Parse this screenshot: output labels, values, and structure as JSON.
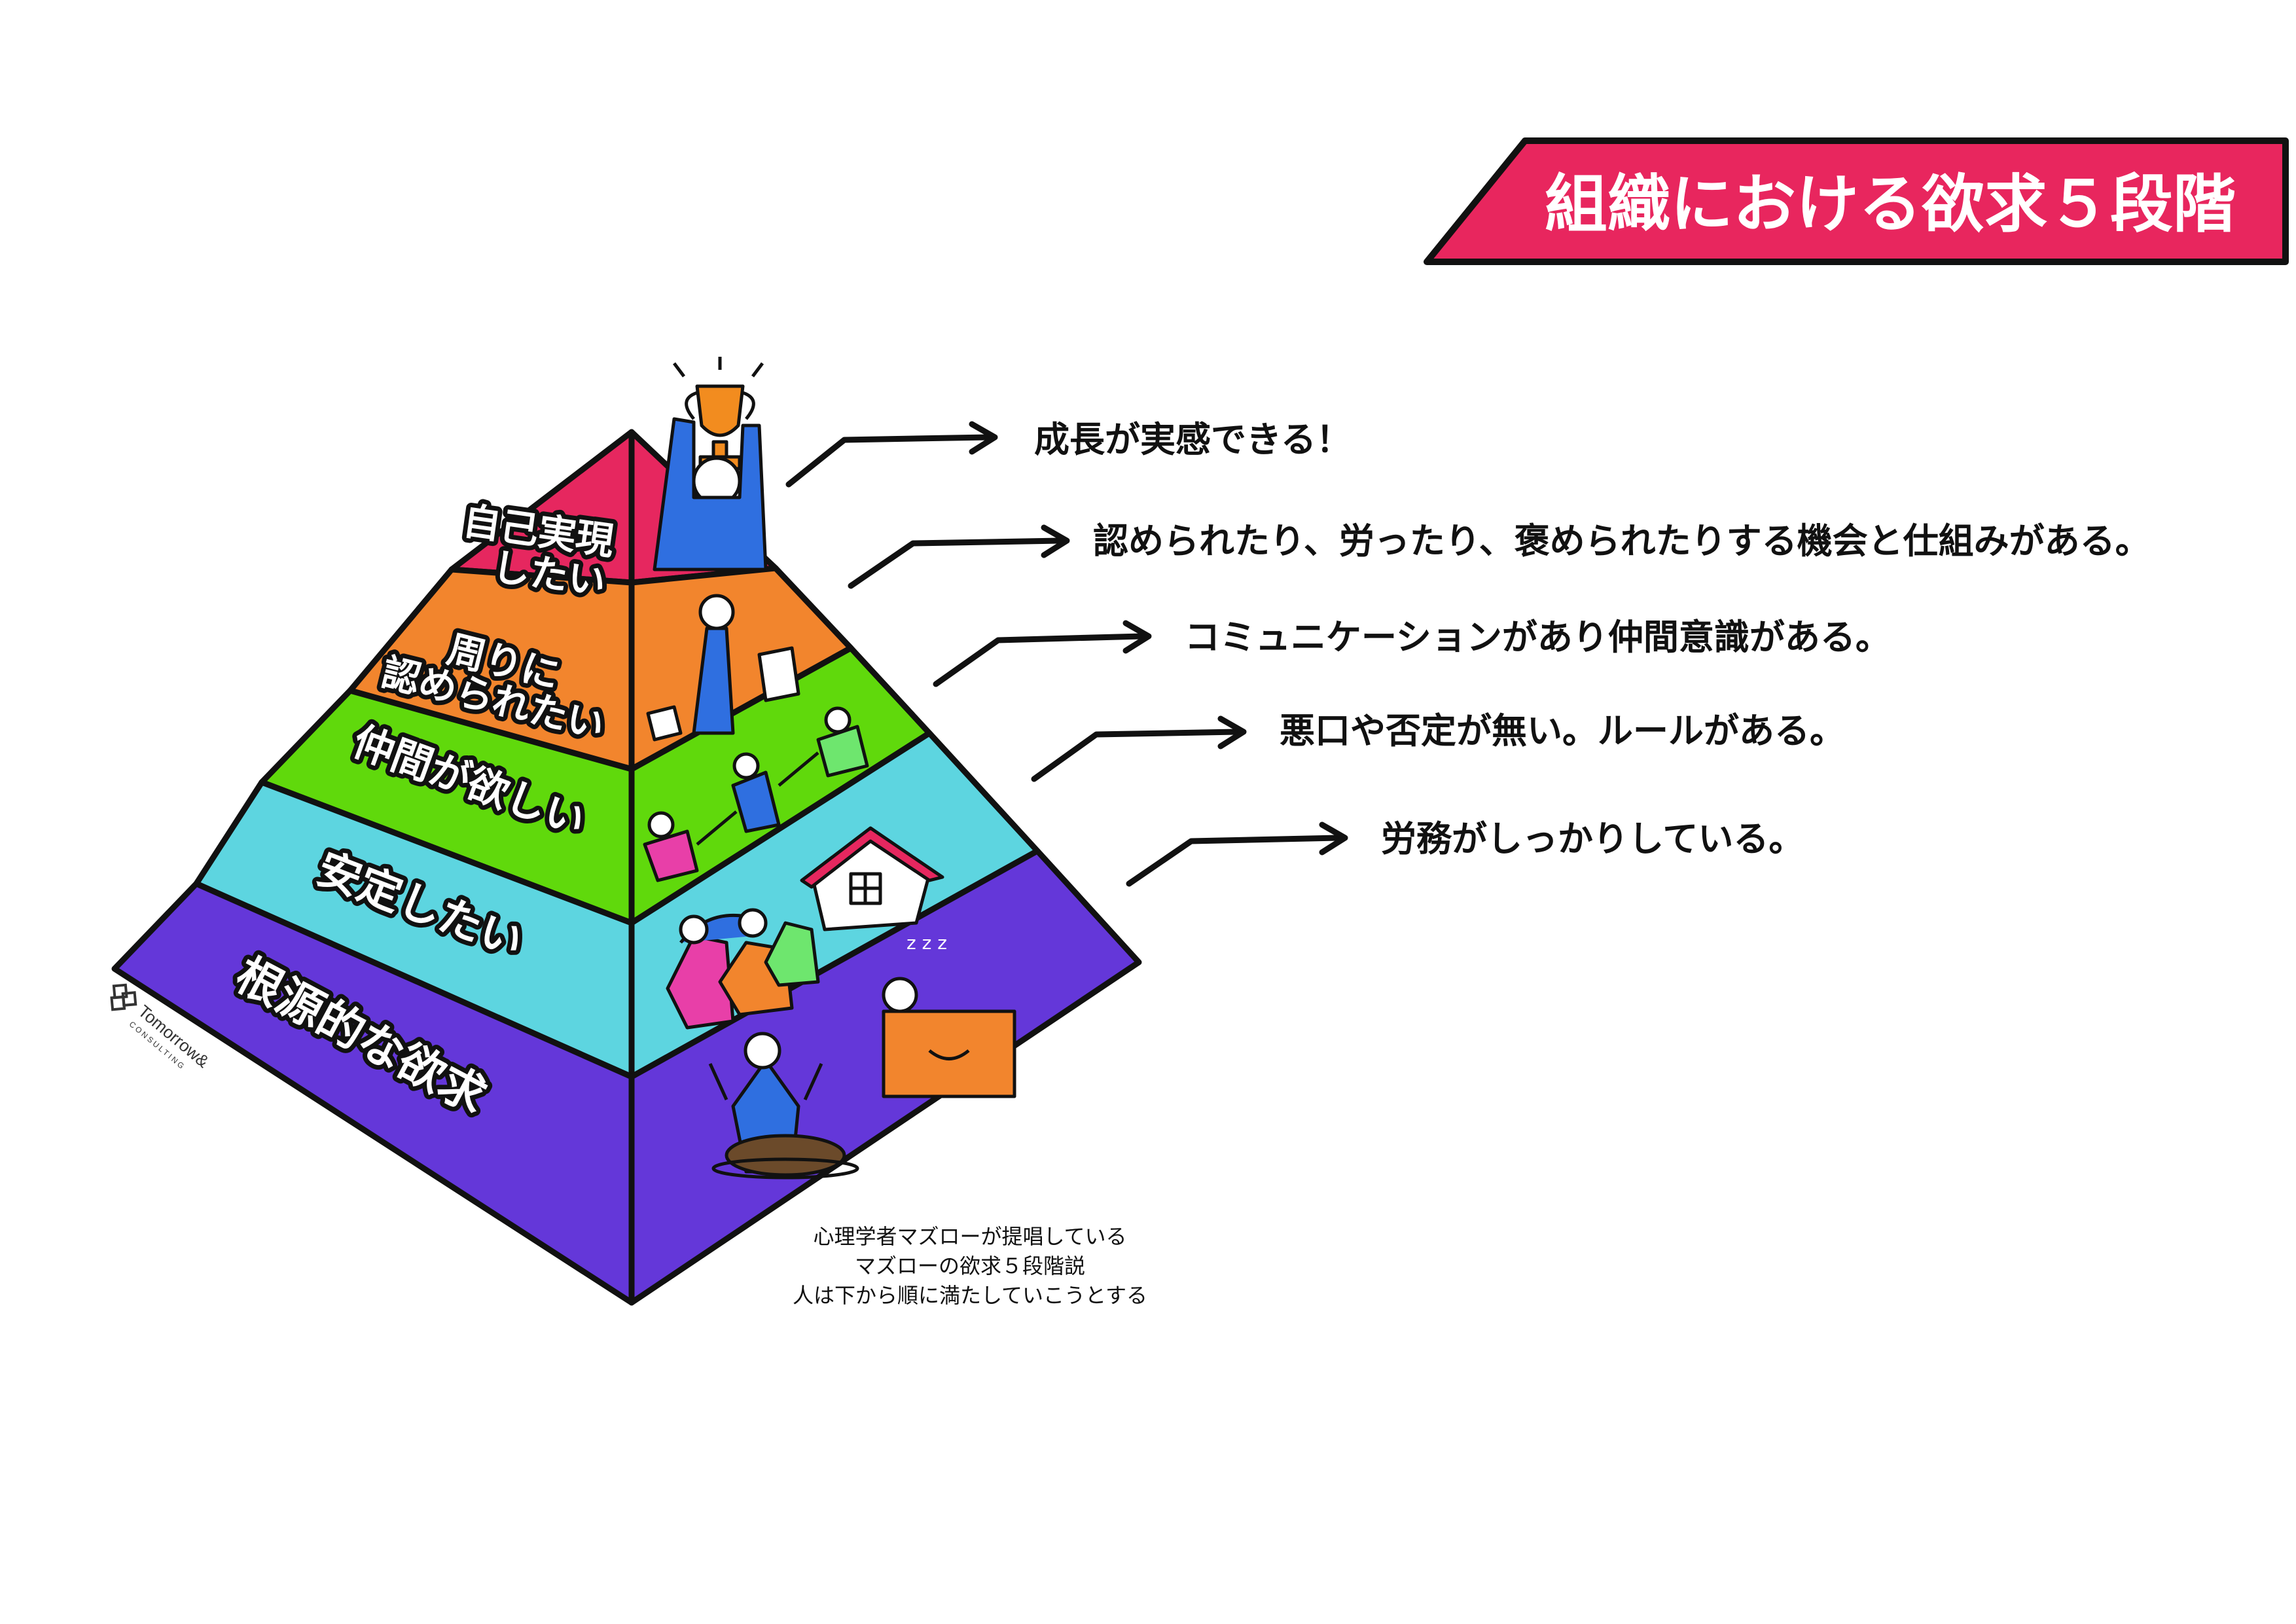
{
  "title": "組織における欲求５段階",
  "colors": {
    "title_bg": "#e8265e",
    "layer1": "#e6275f",
    "layer2": "#f2852d",
    "layer3": "#60d90c",
    "layer4": "#5dd5e0",
    "layer5": "#6437d9"
  },
  "layers": [
    {
      "label_line1": "自己実現",
      "label_line2": "したい",
      "description": "成長が実感できる！"
    },
    {
      "label_line1": "周りに",
      "label_line2": "認められたい",
      "description": "認められたり、労ったり、褒められたりする機会と仕組みがある。"
    },
    {
      "label_line1": "仲間が欲しい",
      "label_line2": "",
      "description": "コミュニケーションがあり仲間意識がある。"
    },
    {
      "label_line1": "安定したい",
      "label_line2": "",
      "description": "悪口や否定が無い。ルールがある。"
    },
    {
      "label_line1": "根源的な欲求",
      "label_line2": "",
      "description": "労務がしっかりしている。"
    }
  ],
  "note": {
    "line1": "心理学者マズローが提唱している",
    "line2": "マズローの欲求５段階説",
    "line3": "人は下から順に満たしていこうとする"
  },
  "logo": {
    "name": "Tomorrow&",
    "sub": "CONSULTING"
  },
  "icons": [
    "trophy-icon",
    "person-icon",
    "house-icon",
    "sleep-icon",
    "meal-icon",
    "handshake-icon"
  ]
}
